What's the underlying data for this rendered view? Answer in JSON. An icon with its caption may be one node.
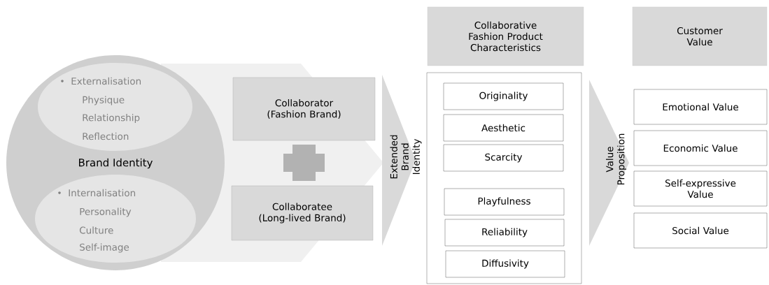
{
  "diagram": {
    "nodes": [
      {
        "text": [
          "Brand Identity"
        ]
      },
      {
        "text": [
          "Externalisation",
          "Physique",
          "Relationship",
          "Reflection"
        ],
        "in": 0
      },
      {
        "text": [
          "Internalisation",
          "Personality",
          "Culture",
          "Self-image"
        ],
        "in": 0
      },
      {
        "text": [
          "Collaborator (Fashion Brand)"
        ]
      },
      {
        "text": [
          "Collaboratee (Long-lived Brand)"
        ]
      },
      {
        "text": [
          "Extended Brand Identity"
        ]
      },
      {
        "text": [
          "Collaborative Fashion Product Characteristics"
        ]
      },
      {
        "text": [],
        "shape": "box"
      },
      {
        "text": [
          "Originality"
        ],
        "in": 7
      },
      {
        "text": [
          "Aesthetic"
        ],
        "in": 7
      },
      {
        "text": [
          "Scarcity"
        ],
        "in": 7
      },
      {
        "text": [
          "Playfulness"
        ],
        "in": 7
      },
      {
        "text": [
          "Reliability"
        ],
        "in": 7
      },
      {
        "text": [
          "Diffusivity"
        ],
        "in": 7
      },
      {
        "text": [
          "Value Proposition"
        ]
      },
      {
        "text": [
          "Customer Value"
        ]
      },
      {
        "text": [
          "Emotional Value"
        ]
      },
      {
        "text": [
          "Economic Value"
        ]
      },
      {
        "text": [
          "Self-expressive Value"
        ]
      },
      {
        "text": [
          "Social Value"
        ]
      }
    ]
  }
}
